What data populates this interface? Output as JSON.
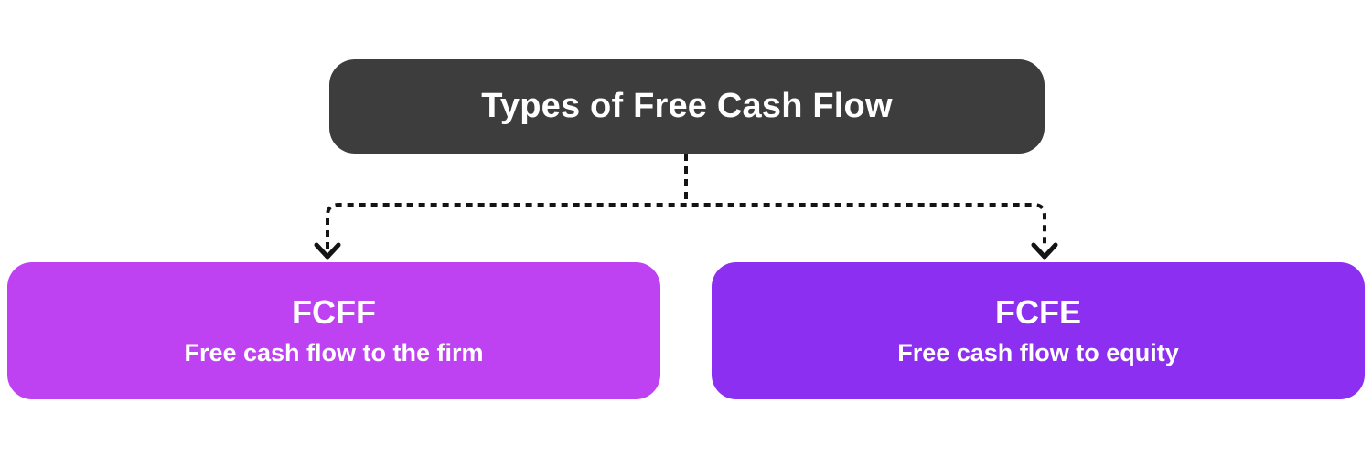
{
  "diagram": {
    "root": {
      "label": "Types of Free Cash Flow",
      "bg": "#3d3d3d",
      "text_color": "#ffffff"
    },
    "connector": {
      "color": "#141414",
      "style": "dashed",
      "arrow": "open-chevron-down"
    },
    "children": [
      {
        "title": "FCFF",
        "subtitle": "Free cash flow to the firm",
        "bg": "#bf42f2",
        "text_color": "#ffffff"
      },
      {
        "title": "FCFE",
        "subtitle": "Free cash flow to equity",
        "bg": "#8c2ff0",
        "text_color": "#ffffff"
      }
    ]
  }
}
